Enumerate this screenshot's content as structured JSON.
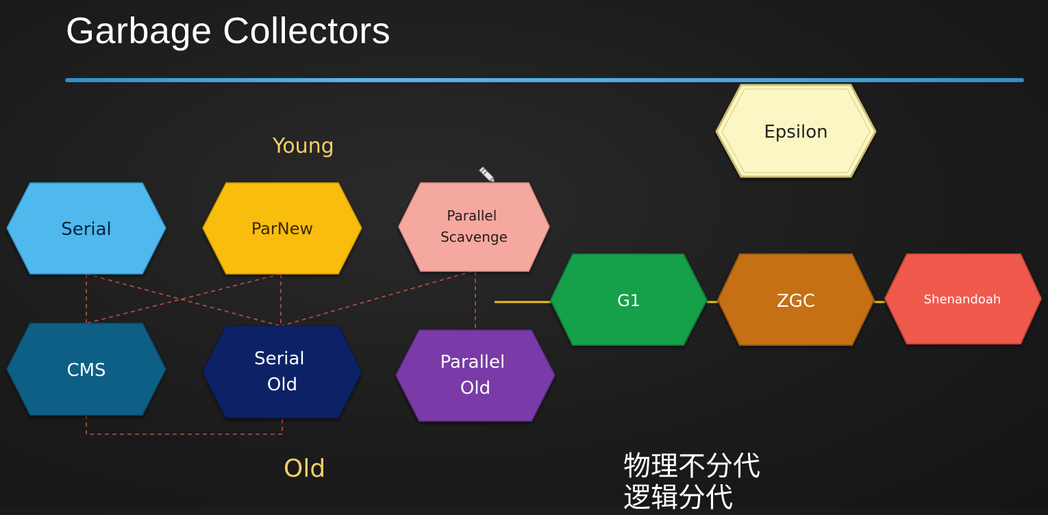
{
  "title": "Garbage Collectors",
  "labels": {
    "young": "Young",
    "old": "Old",
    "physical_not_generational": "物理不分代",
    "logical_generational": "逻辑分代"
  },
  "collectors": {
    "serial": {
      "lines": [
        "Serial"
      ],
      "fill": "#4fb8ec",
      "text_color": "#10243a"
    },
    "parnew": {
      "lines": [
        "ParNew"
      ],
      "fill": "#f8bd0a",
      "text_color": "#3a2a00"
    },
    "parallel_scavenge": {
      "lines": [
        "Parallel",
        "Scavenge"
      ],
      "fill": "#f5a8a0",
      "text_color": "#2a1a18"
    },
    "cms": {
      "lines": [
        "CMS"
      ],
      "fill": "#0d5f85",
      "text_color": "#ffffff"
    },
    "serial_old": {
      "lines": [
        "Serial",
        "Old"
      ],
      "fill": "#0b2366",
      "text_color": "#ffffff"
    },
    "parallel_old": {
      "lines": [
        "Parallel",
        "Old"
      ],
      "fill": "#7a3aa8",
      "text_color": "#ffffff"
    },
    "g1": {
      "lines": [
        "G1"
      ],
      "fill": "#16a04a",
      "text_color": "#ffffff"
    },
    "zgc": {
      "lines": [
        "ZGC"
      ],
      "fill": "#c66f12",
      "text_color": "#ffffff"
    },
    "shenandoah": {
      "lines": [
        "Shenandoah"
      ],
      "fill": "#ef5a4e",
      "text_color": "#ffffff"
    },
    "epsilon": {
      "lines": [
        "Epsilon"
      ],
      "fill": "#fbf6c4",
      "text_color": "#222222"
    }
  },
  "colors": {
    "dashed_connector": "#c0524a",
    "solid_connector": "#e8c020",
    "divider": "#4aa9df"
  },
  "icons": {
    "cursor": "pencil-cursor-icon"
  }
}
